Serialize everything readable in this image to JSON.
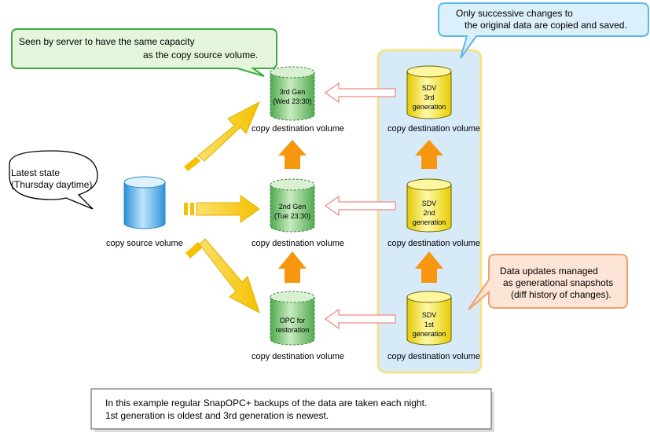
{
  "callouts": {
    "capacity": {
      "line1": "Seen by server to have the same capacity",
      "line2": "as the copy source volume."
    },
    "successive": {
      "line1": "Only successive changes to",
      "line2": "the original data are copied and saved."
    },
    "latest": {
      "line1": "Latest state",
      "line2": "(Thursday daytime)"
    },
    "managed": {
      "line1": "Data updates managed",
      "line2": "as generational snapshots",
      "line3": "(diff history of changes)."
    }
  },
  "source": {
    "label": "copy source volume"
  },
  "destinations": [
    {
      "line1": "3rd Gen",
      "line2": "(Wed 23:30)",
      "caption": "copy destination volume"
    },
    {
      "line1": "2nd Gen",
      "line2": "(Tue 23:30)",
      "caption": "copy destination volume"
    },
    {
      "line1": "OPC for",
      "line2": "restoration",
      "caption": "copy destination volume"
    }
  ],
  "sdv": [
    {
      "line1": "SDV",
      "line2": "3rd",
      "line3": "generation",
      "caption": "copy destination volume"
    },
    {
      "line1": "SDV",
      "line2": "2nd",
      "line3": "generation",
      "caption": "copy destination volume"
    },
    {
      "line1": "SDV",
      "line2": "1st",
      "line3": "generation",
      "caption": "copy destination volume"
    }
  ],
  "note": {
    "line1": "In this example regular SnapOPC+ backups of the data are taken each night.",
    "line2": "1st generation is oldest and 3rd generation is newest."
  },
  "colors": {
    "source_cylinder": "#4aaee8",
    "dest_cylinder": "#74c474",
    "sdv_cylinder": "#f2e200",
    "sdv_panel": "#d6eaf8",
    "sdv_panel_border": "#f5e28a",
    "yellow_arrow": "#f7c918",
    "orange_arrow": "#f7960f",
    "callout_green": "#e4f5dc",
    "callout_blue": "#dcf0fb",
    "callout_orange": "#fce4d6"
  }
}
